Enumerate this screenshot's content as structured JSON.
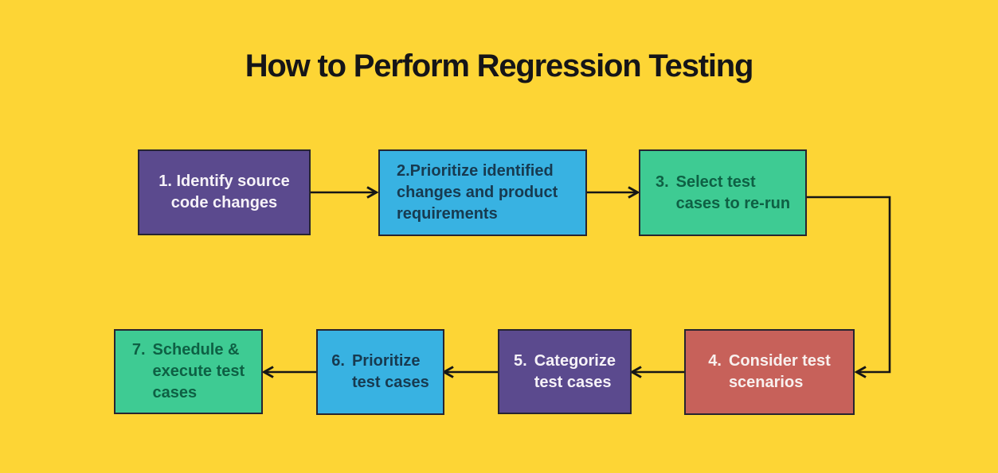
{
  "canvas": {
    "background": "#fdd535",
    "arrow_color": "#161616",
    "box_border_color": "#272430"
  },
  "title": {
    "text": "How to Perform Regression Testing",
    "color": "#151518"
  },
  "steps": [
    {
      "id": 1,
      "lines": [
        "1. Identify source",
        "code changes"
      ],
      "bg": "#5b4a8e",
      "fg": "#f6f2f8"
    },
    {
      "id": 2,
      "lines": [
        "2.Prioritize identified",
        "changes and product",
        "requirements"
      ],
      "bg": "#38b2e2",
      "fg": "#173a50"
    },
    {
      "id": 3,
      "number": "3.",
      "lines": [
        "Select test",
        "cases to re-run"
      ],
      "bg": "#3ecb93",
      "fg": "#0e6044"
    },
    {
      "id": 4,
      "number": "4.",
      "lines": [
        "Consider test",
        "scenarios"
      ],
      "bg": "#c7615a",
      "fg": "#f8f0ee"
    },
    {
      "id": 5,
      "number": "5.",
      "lines": [
        "Categorize",
        "test cases"
      ],
      "bg": "#5b4a8e",
      "fg": "#f6f2f8"
    },
    {
      "id": 6,
      "number": "6.",
      "lines": [
        "Prioritize",
        "test cases"
      ],
      "bg": "#38b2e2",
      "fg": "#173a50"
    },
    {
      "id": 7,
      "number": "7.",
      "lines": [
        "Schedule &",
        "execute test",
        "cases"
      ],
      "bg": "#3ecb93",
      "fg": "#0e6044"
    }
  ]
}
